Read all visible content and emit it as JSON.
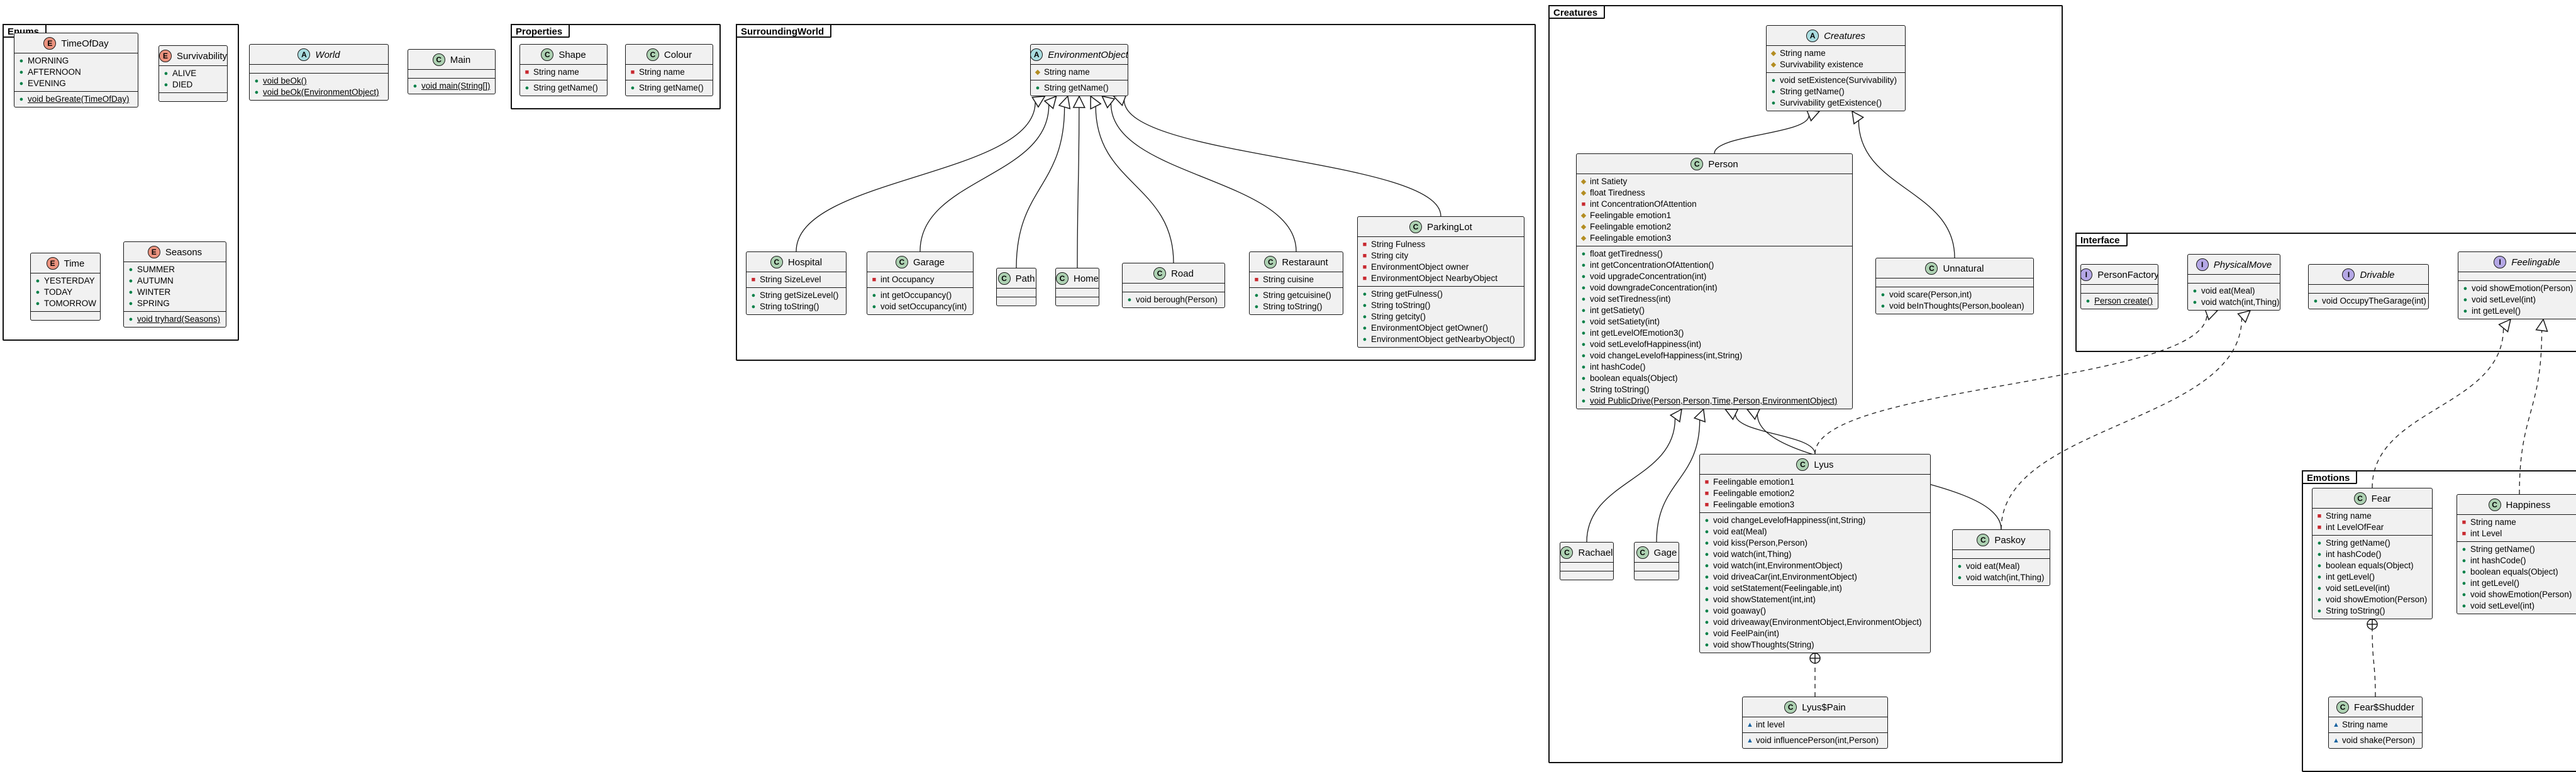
{
  "packages": [
    {
      "id": "enums",
      "name": "Enums"
    },
    {
      "id": "properties",
      "name": "Properties"
    },
    {
      "id": "surroundingworld",
      "name": "SurroundingWorld"
    },
    {
      "id": "creatures",
      "name": "Creatures"
    },
    {
      "id": "interface",
      "name": "Interface"
    },
    {
      "id": "emotions",
      "name": "Emotions"
    }
  ],
  "classes": [
    {
      "id": "TimeOfDay",
      "kind": "E",
      "name": "TimeOfDay",
      "fields": [
        {
          "vis": "public",
          "text": "MORNING"
        },
        {
          "vis": "public",
          "text": "AFTERNOON"
        },
        {
          "vis": "public",
          "text": "EVENING"
        }
      ],
      "methods": [
        {
          "vis": "public",
          "text": "void beGreate(TimeOfDay)",
          "underline": true
        }
      ]
    },
    {
      "id": "Survivability",
      "kind": "E",
      "name": "Survivability",
      "fields": [
        {
          "vis": "public",
          "text": "ALIVE"
        },
        {
          "vis": "public",
          "text": "DIED"
        }
      ],
      "methods": []
    },
    {
      "id": "Time",
      "kind": "E",
      "name": "Time",
      "fields": [
        {
          "vis": "public",
          "text": "YESTERDAY"
        },
        {
          "vis": "public",
          "text": "TODAY"
        },
        {
          "vis": "public",
          "text": "TOMORROW"
        }
      ],
      "methods": []
    },
    {
      "id": "Seasons",
      "kind": "E",
      "name": "Seasons",
      "fields": [
        {
          "vis": "public",
          "text": "SUMMER"
        },
        {
          "vis": "public",
          "text": "AUTUMN"
        },
        {
          "vis": "public",
          "text": "WINTER"
        },
        {
          "vis": "public",
          "text": "SPRING"
        }
      ],
      "methods": [
        {
          "vis": "public",
          "text": "void tryhard(Seasons)",
          "underline": true
        }
      ]
    },
    {
      "id": "World",
      "kind": "A",
      "name": "World",
      "italic": true,
      "fields": [],
      "methods": [
        {
          "vis": "public",
          "text": "void beOk()",
          "underline": true
        },
        {
          "vis": "public",
          "text": "void beOk(EnvironmentObject)",
          "underline": true
        }
      ]
    },
    {
      "id": "Main",
      "kind": "C",
      "name": "Main",
      "fields": [],
      "methods": [
        {
          "vis": "public",
          "text": "void main(String[])",
          "underline": true
        }
      ]
    },
    {
      "id": "Shape",
      "kind": "C",
      "name": "Shape",
      "fields": [
        {
          "vis": "private",
          "text": "String name"
        }
      ],
      "methods": [
        {
          "vis": "public",
          "text": "String getName()"
        }
      ]
    },
    {
      "id": "Colour",
      "kind": "C",
      "name": "Colour",
      "fields": [
        {
          "vis": "private",
          "text": "String name"
        }
      ],
      "methods": [
        {
          "vis": "public",
          "text": "String getName()"
        }
      ]
    },
    {
      "id": "EnvironmentObject",
      "kind": "A",
      "name": "EnvironmentObject",
      "italic": true,
      "fields": [
        {
          "vis": "protected",
          "text": "String name"
        }
      ],
      "methods": [
        {
          "vis": "public",
          "text": "String getName()"
        }
      ]
    },
    {
      "id": "Hospital",
      "kind": "C",
      "name": "Hospital",
      "fields": [
        {
          "vis": "private",
          "text": "String SizeLevel"
        }
      ],
      "methods": [
        {
          "vis": "public",
          "text": "String getSizeLevel()"
        },
        {
          "vis": "public",
          "text": "String toString()"
        }
      ]
    },
    {
      "id": "Garage",
      "kind": "C",
      "name": "Garage",
      "fields": [
        {
          "vis": "private",
          "text": "int Occupancy"
        }
      ],
      "methods": [
        {
          "vis": "public",
          "text": "int getOccupancy()"
        },
        {
          "vis": "public",
          "text": "void setOccupancy(int)"
        }
      ]
    },
    {
      "id": "Path",
      "kind": "C",
      "name": "Path",
      "fields": [],
      "methods": []
    },
    {
      "id": "Home",
      "kind": "C",
      "name": "Home",
      "fields": [],
      "methods": []
    },
    {
      "id": "Road",
      "kind": "C",
      "name": "Road",
      "fields": [],
      "methods": [
        {
          "vis": "public",
          "text": "void berough(Person)"
        }
      ]
    },
    {
      "id": "Restaraunt",
      "kind": "C",
      "name": "Restaraunt",
      "fields": [
        {
          "vis": "private",
          "text": "String cuisine"
        }
      ],
      "methods": [
        {
          "vis": "public",
          "text": "String getcuisine()"
        },
        {
          "vis": "public",
          "text": "String toString()"
        }
      ]
    },
    {
      "id": "ParkingLot",
      "kind": "C",
      "name": "ParkingLot",
      "fields": [
        {
          "vis": "private",
          "text": "String Fulness"
        },
        {
          "vis": "private",
          "text": "String city"
        },
        {
          "vis": "private",
          "text": "EnvironmentObject owner"
        },
        {
          "vis": "private",
          "text": "EnvironmentObject NearbyObject"
        }
      ],
      "methods": [
        {
          "vis": "public",
          "text": "String getFulness()"
        },
        {
          "vis": "public",
          "text": "String toString()"
        },
        {
          "vis": "public",
          "text": "String getcity()"
        },
        {
          "vis": "public",
          "text": "EnvironmentObject getOwner()"
        },
        {
          "vis": "public",
          "text": "EnvironmentObject getNearbyObject()"
        }
      ]
    },
    {
      "id": "Creatures",
      "kind": "A",
      "name": "Creatures",
      "italic": true,
      "fields": [
        {
          "vis": "protected",
          "text": "String name"
        },
        {
          "vis": "protected",
          "text": "Survivability existence"
        }
      ],
      "methods": [
        {
          "vis": "public",
          "text": "void setExistence(Survivability)"
        },
        {
          "vis": "public",
          "text": "String getName()"
        },
        {
          "vis": "public",
          "text": "Survivability getExistence()"
        }
      ]
    },
    {
      "id": "Person",
      "kind": "C",
      "name": "Person",
      "fields": [
        {
          "vis": "protected",
          "text": "int Satiety"
        },
        {
          "vis": "protected",
          "text": "float Tiredness"
        },
        {
          "vis": "private",
          "text": "int ConcentrationOfAttention"
        },
        {
          "vis": "protected",
          "text": "Feelingable emotion1"
        },
        {
          "vis": "protected",
          "text": "Feelingable emotion2"
        },
        {
          "vis": "protected",
          "text": "Feelingable emotion3"
        }
      ],
      "methods": [
        {
          "vis": "public",
          "text": "float getTiredness()"
        },
        {
          "vis": "public",
          "text": "int getConcentrationOfAttention()"
        },
        {
          "vis": "public",
          "text": "void upgradeConcentration(int)"
        },
        {
          "vis": "public",
          "text": "void downgradeConcentration(int)"
        },
        {
          "vis": "public",
          "text": "void setTiredness(int)"
        },
        {
          "vis": "public",
          "text": "int getSatiety()"
        },
        {
          "vis": "public",
          "text": "void setSatiety(int)"
        },
        {
          "vis": "public",
          "text": "int getLevelOfEmotion3()"
        },
        {
          "vis": "public",
          "text": "void setLevelofHappiness(int)"
        },
        {
          "vis": "public",
          "text": "void changeLevelofHappiness(int,String)"
        },
        {
          "vis": "public",
          "text": "int hashCode()"
        },
        {
          "vis": "public",
          "text": "boolean equals(Object)"
        },
        {
          "vis": "public",
          "text": "String toString()"
        },
        {
          "vis": "public",
          "text": "void PublicDrive(Person,Person,Time,Person,EnvironmentObject)",
          "underline": true
        }
      ]
    },
    {
      "id": "Unnatural",
      "kind": "C",
      "name": "Unnatural",
      "fields": [],
      "methods": [
        {
          "vis": "public",
          "text": "void scare(Person,int)"
        },
        {
          "vis": "public",
          "text": "void beInThoughts(Person,boolean)"
        }
      ]
    },
    {
      "id": "Rachael",
      "kind": "C",
      "name": "Rachael",
      "fields": [],
      "methods": []
    },
    {
      "id": "Gage",
      "kind": "C",
      "name": "Gage",
      "fields": [],
      "methods": []
    },
    {
      "id": "Lyus",
      "kind": "C",
      "name": "Lyus",
      "fields": [
        {
          "vis": "private",
          "text": "Feelingable emotion1"
        },
        {
          "vis": "private",
          "text": "Feelingable emotion2"
        },
        {
          "vis": "private",
          "text": "Feelingable emotion3"
        }
      ],
      "methods": [
        {
          "vis": "public",
          "text": "void changeLevelofHappiness(int,String)"
        },
        {
          "vis": "public",
          "text": "void eat(Meal)"
        },
        {
          "vis": "public",
          "text": "void kiss(Person,Person)"
        },
        {
          "vis": "public",
          "text": "void watch(int,Thing)"
        },
        {
          "vis": "public",
          "text": "void watch(int,EnvironmentObject)"
        },
        {
          "vis": "public",
          "text": "void driveaCar(int,EnvironmentObject)"
        },
        {
          "vis": "public",
          "text": "void setStatement(Feelingable,int)"
        },
        {
          "vis": "public",
          "text": "void showStatement(int,int)"
        },
        {
          "vis": "public",
          "text": "void goaway()"
        },
        {
          "vis": "public",
          "text": "void driveaway(EnvironmentObject,EnvironmentObject)"
        },
        {
          "vis": "public",
          "text": "void FeelPain(int)"
        },
        {
          "vis": "public",
          "text": "void showThoughts(String)"
        }
      ]
    },
    {
      "id": "Paskoy",
      "kind": "C",
      "name": "Paskoy",
      "fields": [],
      "methods": [
        {
          "vis": "public",
          "text": "void eat(Meal)"
        },
        {
          "vis": "public",
          "text": "void watch(int,Thing)"
        }
      ]
    },
    {
      "id": "LyusPain",
      "kind": "C",
      "name": "Lyus$Pain",
      "fields": [
        {
          "vis": "package",
          "text": "int level"
        }
      ],
      "methods": [
        {
          "vis": "package",
          "text": "void influencePerson(int,Person)"
        }
      ]
    },
    {
      "id": "PersonFactory",
      "kind": "I",
      "name": "PersonFactory",
      "fields": [],
      "methods": [
        {
          "vis": "public",
          "text": "Person create()",
          "underline": true
        }
      ]
    },
    {
      "id": "PhysicalMove",
      "kind": "I",
      "name": "PhysicalMove",
      "italic": true,
      "fields": [],
      "methods": [
        {
          "vis": "public",
          "text": "void eat(Meal)"
        },
        {
          "vis": "public",
          "text": "void watch(int,Thing)"
        }
      ]
    },
    {
      "id": "Drivable",
      "kind": "I",
      "name": "Drivable",
      "italic": true,
      "fields": [],
      "methods": [
        {
          "vis": "public",
          "text": "void OccupyTheGarage(int)"
        }
      ]
    },
    {
      "id": "Feelingable",
      "kind": "I",
      "name": "Feelingable",
      "italic": true,
      "fields": [],
      "methods": [
        {
          "vis": "public",
          "text": "void showEmotion(Person)"
        },
        {
          "vis": "public",
          "text": "void setLevel(int)"
        },
        {
          "vis": "public",
          "text": "int getLevel()"
        }
      ]
    },
    {
      "id": "Fear",
      "kind": "C",
      "name": "Fear",
      "fields": [
        {
          "vis": "private",
          "text": "String name"
        },
        {
          "vis": "private",
          "text": "int LevelOfFear"
        }
      ],
      "methods": [
        {
          "vis": "public",
          "text": "String getName()"
        },
        {
          "vis": "public",
          "text": "int hashCode()"
        },
        {
          "vis": "public",
          "text": "boolean equals(Object)"
        },
        {
          "vis": "public",
          "text": "int getLevel()"
        },
        {
          "vis": "public",
          "text": "void setLevel(int)"
        },
        {
          "vis": "public",
          "text": "void showEmotion(Person)"
        },
        {
          "vis": "public",
          "text": "String toString()"
        }
      ]
    },
    {
      "id": "Happiness",
      "kind": "C",
      "name": "Happiness",
      "fields": [
        {
          "vis": "private",
          "text": "String name"
        },
        {
          "vis": "private",
          "text": "int Level"
        }
      ],
      "methods": [
        {
          "vis": "public",
          "text": "String getName()"
        },
        {
          "vis": "public",
          "text": "int hashCode()"
        },
        {
          "vis": "public",
          "text": "boolean equals(Object)"
        },
        {
          "vis": "public",
          "text": "int getLevel()"
        },
        {
          "vis": "public",
          "text": "void showEmotion(Person)"
        },
        {
          "vis": "public",
          "text": "void setLevel(int)"
        }
      ]
    },
    {
      "id": "FearShudder",
      "kind": "C",
      "name": "Fear$Shudder",
      "fields": [
        {
          "vis": "package",
          "text": "String name"
        }
      ],
      "methods": [
        {
          "vis": "package",
          "text": "void shake(Person)"
        }
      ]
    }
  ],
  "relations": [
    {
      "from": "Hospital",
      "to": "EnvironmentObject",
      "type": "extends"
    },
    {
      "from": "Garage",
      "to": "EnvironmentObject",
      "type": "extends"
    },
    {
      "from": "Path",
      "to": "EnvironmentObject",
      "type": "extends"
    },
    {
      "from": "Home",
      "to": "EnvironmentObject",
      "type": "extends"
    },
    {
      "from": "Road",
      "to": "EnvironmentObject",
      "type": "extends"
    },
    {
      "from": "Restaraunt",
      "to": "EnvironmentObject",
      "type": "extends"
    },
    {
      "from": "ParkingLot",
      "to": "EnvironmentObject",
      "type": "extends"
    },
    {
      "from": "Person",
      "to": "Creatures",
      "type": "extends"
    },
    {
      "from": "Unnatural",
      "to": "Creatures",
      "type": "extends"
    },
    {
      "from": "Rachael",
      "to": "Person",
      "type": "extends"
    },
    {
      "from": "Gage",
      "to": "Person",
      "type": "extends"
    },
    {
      "from": "Lyus",
      "to": "Person",
      "type": "extends"
    },
    {
      "from": "Paskoy",
      "to": "Person",
      "type": "extends"
    },
    {
      "from": "Lyus",
      "to": "PhysicalMove",
      "type": "implements"
    },
    {
      "from": "Paskoy",
      "to": "PhysicalMove",
      "type": "implements"
    },
    {
      "from": "Fear",
      "to": "Feelingable",
      "type": "implements"
    },
    {
      "from": "Happiness",
      "to": "Feelingable",
      "type": "implements"
    },
    {
      "from": "LyusPain",
      "to": "Lyus",
      "type": "nested"
    },
    {
      "from": "FearShudder",
      "to": "Fear",
      "type": "nested"
    }
  ]
}
